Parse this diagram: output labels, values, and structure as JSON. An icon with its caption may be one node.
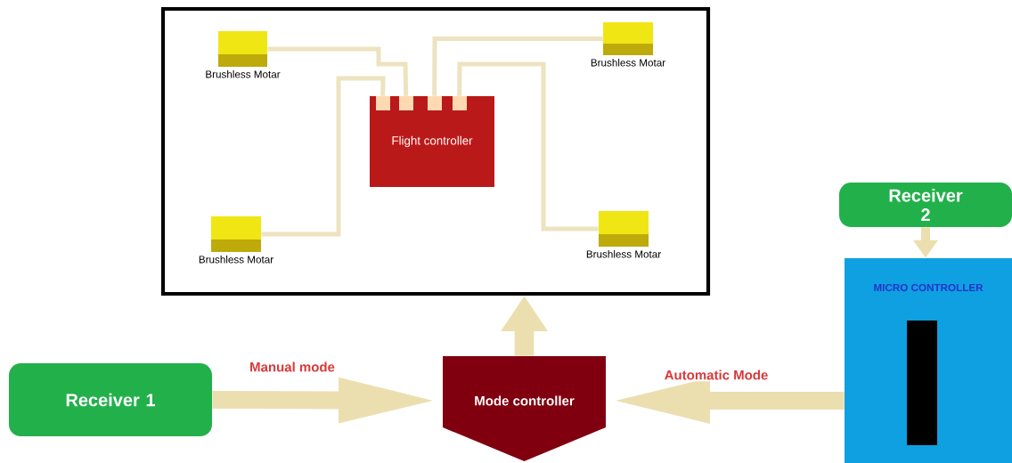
{
  "diagram": {
    "nodes": [
      {
        "text": [],
        "shape": "box"
      },
      {
        "text": [
          "Brushless Motar"
        ],
        "in": 0
      },
      {
        "text": [
          "Brushless Motar"
        ],
        "in": 0
      },
      {
        "text": [
          "Flight controller"
        ],
        "in": 0
      },
      {
        "text": [
          "Brushless Motar"
        ],
        "in": 0
      },
      {
        "text": [
          "Brushless Motar"
        ],
        "in": 0
      },
      {
        "text": [
          "Receiver 1"
        ]
      },
      {
        "text": [
          "Mode controller"
        ]
      },
      {
        "text": [
          "Receiver 2"
        ]
      },
      {
        "text": [
          "MICRO CONTROLLER"
        ]
      },
      {
        "text": [],
        "shape": "bar",
        "in": 9
      }
    ],
    "edges": [
      {
        "from": 1,
        "to": 3,
        "arrow": "none"
      },
      {
        "from": 2,
        "to": 3,
        "arrow": "none"
      },
      {
        "from": 4,
        "to": 3,
        "arrow": "none"
      },
      {
        "from": 5,
        "to": 3,
        "arrow": "none"
      },
      {
        "from": 6,
        "to": 7,
        "arrow": "to",
        "style": "thick",
        "label": "Manual mode"
      },
      {
        "from": 9,
        "to": 7,
        "arrow": "to",
        "style": "thick",
        "label": "Automatic Mode"
      },
      {
        "from": 7,
        "to": 0,
        "arrow": "to",
        "style": "thick"
      },
      {
        "from": 8,
        "to": 9,
        "arrow": "to",
        "style": "thick"
      }
    ]
  }
}
